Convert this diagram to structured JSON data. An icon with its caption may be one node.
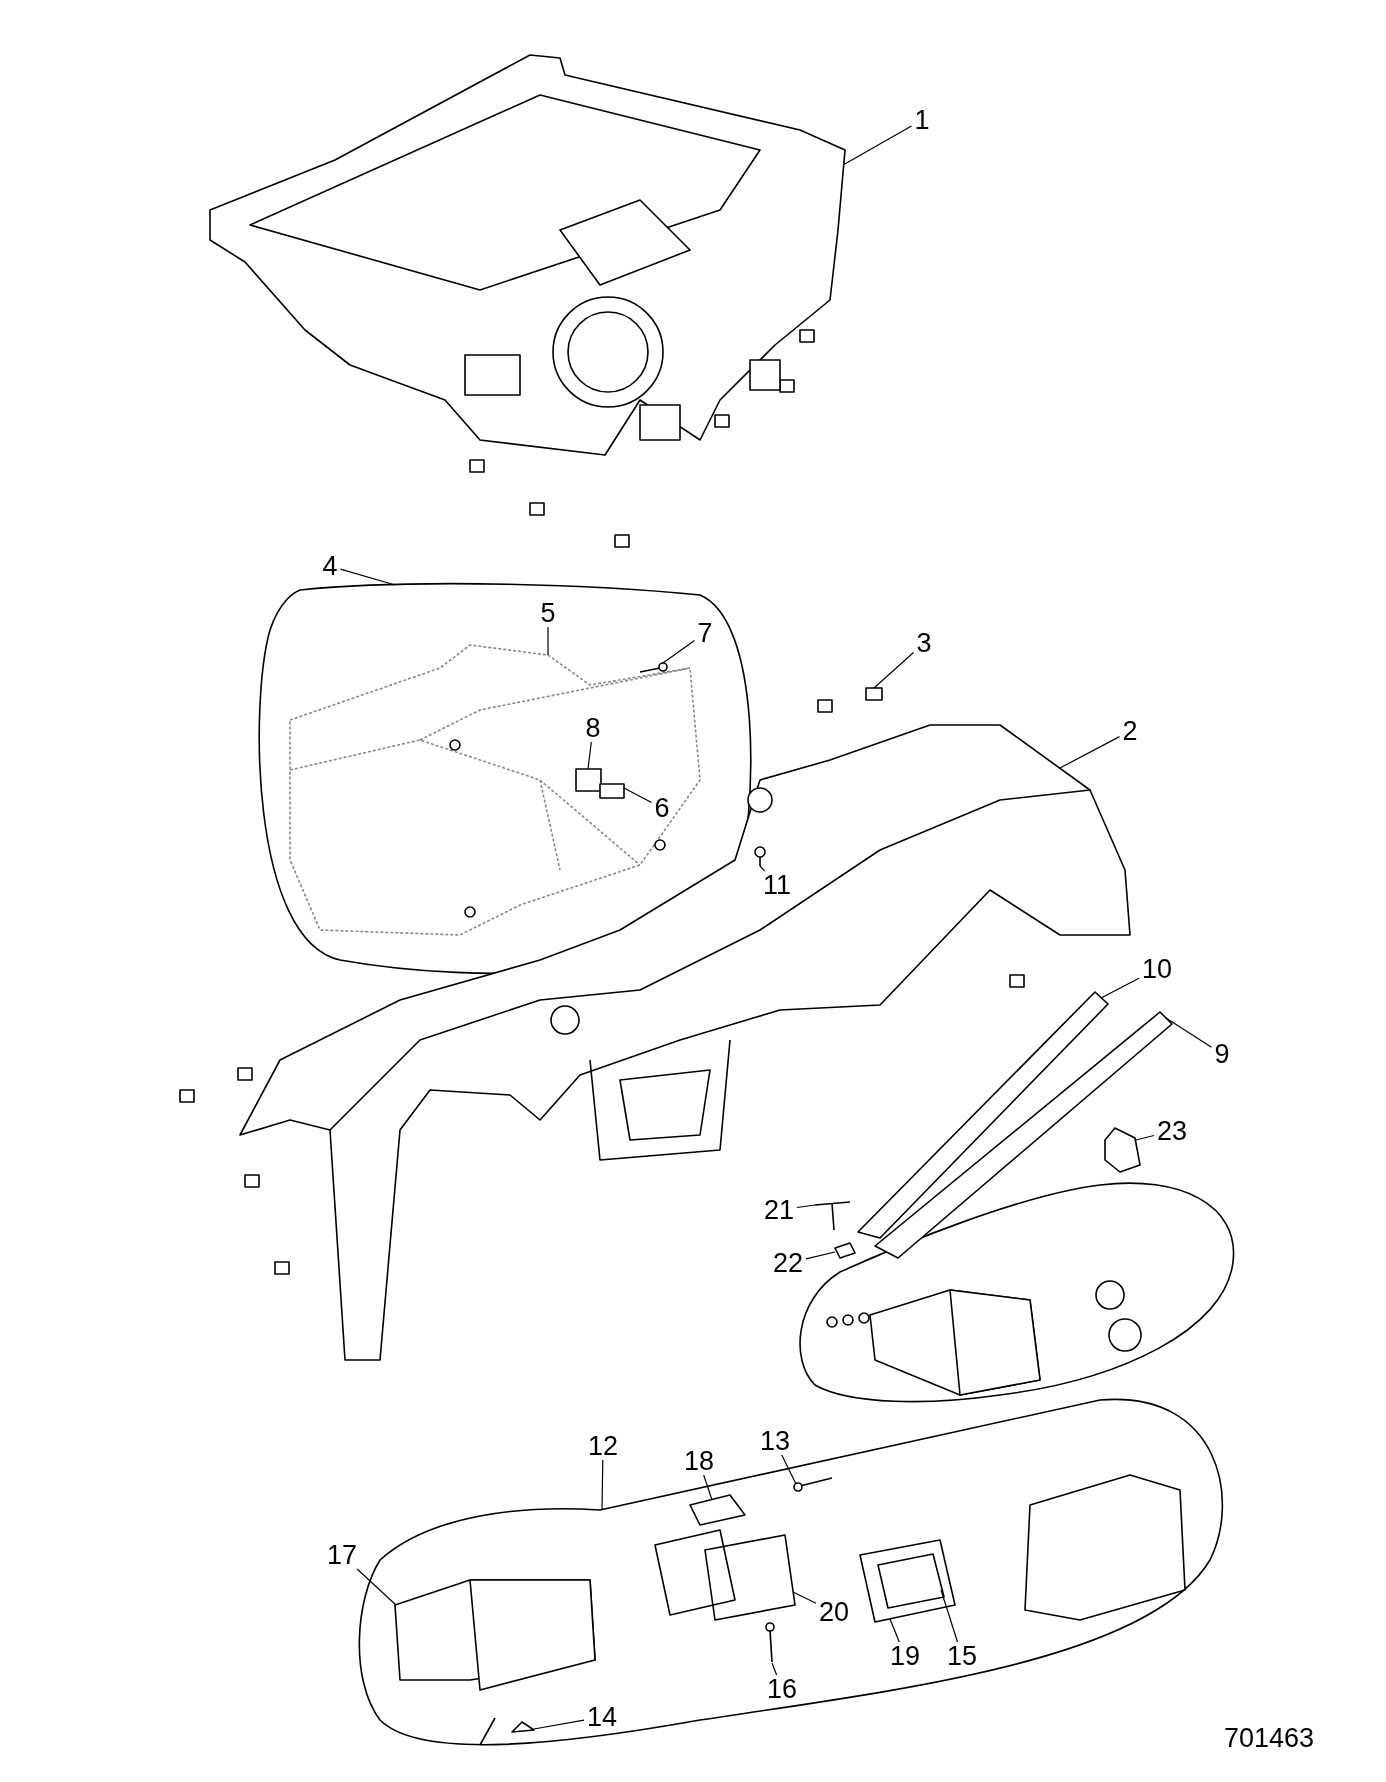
{
  "diagram": {
    "nodes": [
      {
        "text": [
          "1"
        ]
      },
      {
        "text": [
          "4"
        ]
      },
      {
        "text": [
          "5"
        ],
        "in": 24
      },
      {
        "text": [
          "7"
        ],
        "in": 24
      },
      {
        "text": [
          "3"
        ]
      },
      {
        "text": [
          "8"
        ],
        "in": 25
      },
      {
        "text": [
          "2"
        ]
      },
      {
        "text": [
          "6"
        ],
        "in": 25
      },
      {
        "text": [
          "11"
        ],
        "in": 29
      },
      {
        "text": [
          "10"
        ]
      },
      {
        "text": [
          "9"
        ]
      },
      {
        "text": [
          "23"
        ]
      },
      {
        "text": [
          "21"
        ]
      },
      {
        "text": [
          "22"
        ]
      },
      {
        "text": [
          "13"
        ]
      },
      {
        "text": [
          "12"
        ]
      },
      {
        "text": [
          "18"
        ]
      },
      {
        "text": [
          "17"
        ]
      },
      {
        "text": [
          "20"
        ],
        "in": 38
      },
      {
        "text": [
          "19"
        ],
        "in": 38
      },
      {
        "text": [
          "15"
        ],
        "in": 38
      },
      {
        "text": [
          "16"
        ],
        "in": 38
      },
      {
        "text": [
          "14"
        ],
        "in": 38
      },
      {
        "text": [],
        "shape": "picture"
      },
      {
        "text": [],
        "shape": "picture"
      },
      {
        "text": [],
        "shape": "picture",
        "in": 24
      },
      {
        "text": [],
        "shape": "picture",
        "in": 24
      },
      {
        "text": [],
        "shape": "box"
      },
      {
        "text": [],
        "shape": "box",
        "in": 25
      },
      {
        "text": [],
        "shape": "picture"
      },
      {
        "text": [],
        "shape": "box",
        "in": 25
      },
      {
        "text": [],
        "shape": "picture",
        "in": 29
      },
      {
        "text": [],
        "shape": "picture"
      },
      {
        "text": [],
        "shape": "picture"
      },
      {
        "text": [],
        "shape": "picture"
      },
      {
        "text": [],
        "shape": "picture"
      },
      {
        "text": [],
        "shape": "picture"
      },
      {
        "text": [],
        "shape": "picture",
        "in": 38
      },
      {
        "text": [],
        "shape": "picture"
      },
      {
        "text": [],
        "shape": "picture",
        "in": 38
      },
      {
        "text": [],
        "shape": "picture",
        "in": 38
      },
      {
        "text": [],
        "shape": "picture",
        "in": 38
      },
      {
        "text": [],
        "shape": "picture",
        "in": 38
      },
      {
        "text": [],
        "shape": "picture",
        "in": 42
      },
      {
        "text": [],
        "shape": "picture",
        "in": 38
      },
      {
        "text": [],
        "shape": "picture",
        "in": 38
      }
    ],
    "edges": [
      {
        "from": 0,
        "to": 23,
        "arrow": "none"
      },
      {
        "from": 1,
        "to": 24,
        "arrow": "none"
      },
      {
        "from": 2,
        "to": 25,
        "arrow": "none"
      },
      {
        "from": 3,
        "to": 26,
        "arrow": "none"
      },
      {
        "from": 4,
        "to": 27,
        "arrow": "none"
      },
      {
        "from": 5,
        "to": 28,
        "arrow": "none"
      },
      {
        "from": 6,
        "to": 29,
        "arrow": "none"
      },
      {
        "from": 7,
        "to": 30,
        "arrow": "none"
      },
      {
        "from": 8,
        "to": 31,
        "arrow": "none"
      },
      {
        "from": 9,
        "to": 32,
        "arrow": "none"
      },
      {
        "from": 10,
        "to": 33,
        "arrow": "none"
      },
      {
        "from": 11,
        "to": 34,
        "arrow": "none"
      },
      {
        "from": 12,
        "to": 35,
        "arrow": "none"
      },
      {
        "from": 13,
        "to": 36,
        "arrow": "none"
      },
      {
        "from": 14,
        "to": 37,
        "arrow": "none"
      },
      {
        "from": 15,
        "to": 38,
        "arrow": "none"
      },
      {
        "from": 16,
        "to": 39,
        "arrow": "none"
      },
      {
        "from": 17,
        "to": 40,
        "arrow": "none"
      },
      {
        "from": 18,
        "to": 41,
        "arrow": "none"
      },
      {
        "from": 19,
        "to": 42,
        "arrow": "none"
      },
      {
        "from": 20,
        "to": 43,
        "arrow": "none"
      },
      {
        "from": 21,
        "to": 44,
        "arrow": "none"
      },
      {
        "from": 22,
        "to": 45,
        "arrow": "none"
      }
    ],
    "labels": [
      "701463"
    ]
  }
}
